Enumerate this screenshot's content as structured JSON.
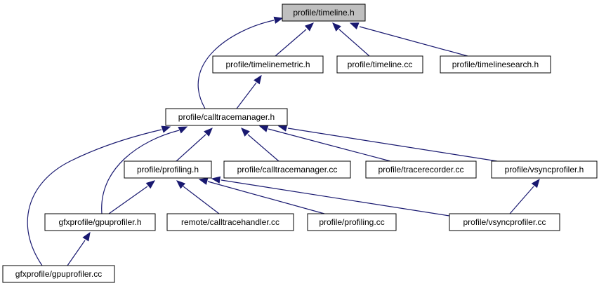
{
  "graph": {
    "nodes": [
      {
        "id": "timeline_h",
        "label": "profile/timeline.h",
        "root": true
      },
      {
        "id": "timelinemetric_h",
        "label": "profile/timelinemetric.h"
      },
      {
        "id": "timeline_cc",
        "label": "profile/timeline.cc"
      },
      {
        "id": "timelinesearch_h",
        "label": "profile/timelinesearch.h"
      },
      {
        "id": "calltracemanager_h",
        "label": "profile/calltracemanager.h"
      },
      {
        "id": "profiling_h",
        "label": "profile/profiling.h"
      },
      {
        "id": "calltracemanager_cc",
        "label": "profile/calltracemanager.cc"
      },
      {
        "id": "tracerecorder_cc",
        "label": "profile/tracerecorder.cc"
      },
      {
        "id": "vsyncprofiler_h",
        "label": "profile/vsyncprofiler.h"
      },
      {
        "id": "gpuprofiler_h",
        "label": "gfxprofile/gpuprofiler.h"
      },
      {
        "id": "calltracehandler_cc",
        "label": "remote/calltracehandler.cc"
      },
      {
        "id": "profiling_cc",
        "label": "profile/profiling.cc"
      },
      {
        "id": "vsyncprofiler_cc",
        "label": "profile/vsyncprofiler.cc"
      },
      {
        "id": "gpuprofiler_cc",
        "label": "gfxprofile/gpuprofiler.cc"
      }
    ],
    "edges": [
      {
        "from": "timelinemetric_h",
        "to": "timeline_h"
      },
      {
        "from": "timeline_cc",
        "to": "timeline_h"
      },
      {
        "from": "timelinesearch_h",
        "to": "timeline_h"
      },
      {
        "from": "calltracemanager_h",
        "to": "timeline_h"
      },
      {
        "from": "calltracemanager_h",
        "to": "timelinemetric_h"
      },
      {
        "from": "profiling_h",
        "to": "calltracemanager_h"
      },
      {
        "from": "calltracemanager_cc",
        "to": "calltracemanager_h"
      },
      {
        "from": "tracerecorder_cc",
        "to": "calltracemanager_h"
      },
      {
        "from": "vsyncprofiler_h",
        "to": "calltracemanager_h"
      },
      {
        "from": "gpuprofiler_h",
        "to": "calltracemanager_h"
      },
      {
        "from": "gpuprofiler_cc",
        "to": "calltracemanager_h"
      },
      {
        "from": "gpuprofiler_h",
        "to": "profiling_h"
      },
      {
        "from": "calltracehandler_cc",
        "to": "profiling_h"
      },
      {
        "from": "profiling_cc",
        "to": "profiling_h"
      },
      {
        "from": "vsyncprofiler_cc",
        "to": "profiling_h"
      },
      {
        "from": "vsyncprofiler_cc",
        "to": "vsyncprofiler_h"
      },
      {
        "from": "gpuprofiler_cc",
        "to": "gpuprofiler_h"
      }
    ],
    "colors": {
      "edge": "#191970",
      "root_fill": "#bfbfbf",
      "node_fill": "#ffffff",
      "node_stroke": "#000000"
    }
  }
}
